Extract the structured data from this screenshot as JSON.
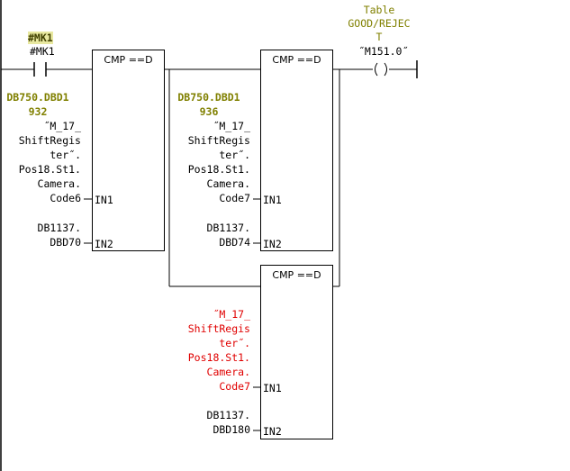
{
  "contact": {
    "symbol": "#MK1",
    "operand": "#MK1"
  },
  "coil": {
    "comment_lines": [
      "Table",
      "GOOD/REJEC",
      "T"
    ],
    "operand": "˝M151.0˝",
    "symbol": "( )"
  },
  "cmp1": {
    "title": "CMP ==D",
    "in1_label": "IN1",
    "in2_label": "IN2",
    "in1_address": [
      "DB750.DBD1",
      "932"
    ],
    "in1_symbol": [
      "˝M_17_",
      "ShiftRegis",
      "ter˝.",
      "Pos18.St1.",
      "Camera.",
      "Code6"
    ],
    "in2_operand": [
      "DB1137.",
      "DBD70"
    ]
  },
  "cmp2": {
    "title": "CMP ==D",
    "in1_label": "IN1",
    "in2_label": "IN2",
    "in1_address": [
      "DB750.DBD1",
      "936"
    ],
    "in1_symbol": [
      "˝M_17_",
      "ShiftRegis",
      "ter˝.",
      "Pos18.St1.",
      "Camera.",
      "Code7"
    ],
    "in2_operand": [
      "DB1137.",
      "DBD74"
    ]
  },
  "cmp3": {
    "title": "CMP ==D",
    "in1_label": "IN1",
    "in2_label": "IN2",
    "in1_symbol": [
      "˝M_17_",
      "ShiftRegis",
      "ter˝.",
      "Pos18.St1.",
      "Camera.",
      "Code7"
    ],
    "in2_operand": [
      "DB1137.",
      "DBD180"
    ]
  }
}
